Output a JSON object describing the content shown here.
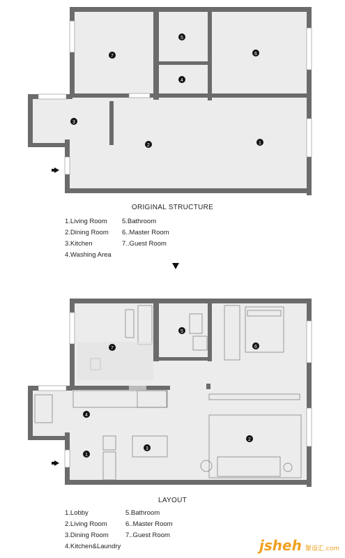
{
  "original": {
    "caption": "ORIGINAL STRUCTURE",
    "legend_left": [
      "1.Living Room",
      "2.Dining Room",
      "3.Kitchen",
      "4.Washing Area"
    ],
    "legend_right": [
      "5.Bathroom",
      "6..Master Room",
      "7..Guest Room"
    ],
    "markers": [
      "1",
      "2",
      "3",
      "4",
      "5",
      "6",
      "7"
    ]
  },
  "layout": {
    "caption": "LAYOUT",
    "legend_left": [
      "1.Lobby",
      "2.Living Room",
      "3.Dining Room",
      "4.Kitchen&Laundry"
    ],
    "legend_right": [
      "5.Bathroom",
      "6..Master Room",
      "7..Guest Room"
    ],
    "markers": [
      "1",
      "2",
      "3",
      "4",
      "5",
      "6",
      "7"
    ]
  },
  "logo": {
    "main": "jsheh",
    "small": "聚设汇.com"
  },
  "colors": {
    "wall": "#6b6b6b",
    "floor": "#ececec",
    "marker": "#111111"
  }
}
